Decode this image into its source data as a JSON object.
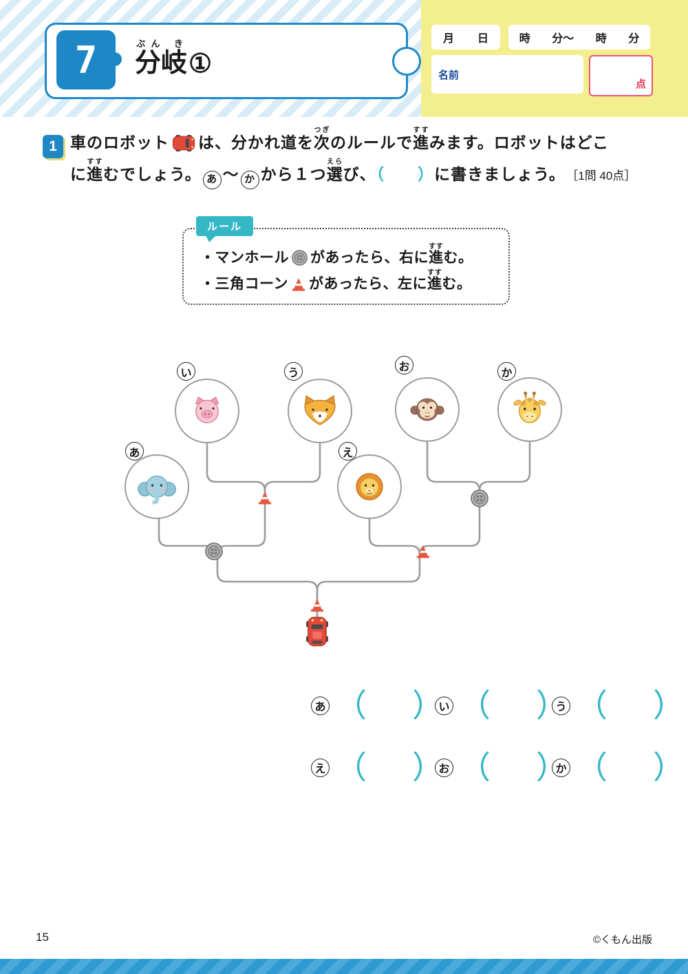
{
  "colors": {
    "accent_blue": "#1e88c7",
    "band_blue_light": "#d8ecf7",
    "band_yellow": "#f4ef8e",
    "teal": "#35b7c6",
    "score_pink": "#e8537a",
    "score_red": "#e8304f",
    "cone_red": "#e6573f",
    "road_gray": "#9b9b9b",
    "bottom_bar_blue": "#2e9ad1"
  },
  "header": {
    "lesson_number": "7",
    "title_base": "分岐",
    "title_furigana": "ぶん き",
    "title_number": "①",
    "month_label": "月",
    "day_label": "日",
    "time_parts": [
      "時",
      "分～",
      "時",
      "分"
    ],
    "name_label": "名前",
    "score_label": "点"
  },
  "problem": {
    "number": "1",
    "line1": [
      {
        "t": "車のロボット"
      },
      {
        "icon": "car"
      },
      {
        "t": "は、分かれ道を"
      },
      {
        "t": "次",
        "r": "つぎ"
      },
      {
        "t": "のルールで"
      },
      {
        "t": "進",
        "r": "すす"
      },
      {
        "t": "みます。ロボットはどこ"
      }
    ],
    "line2": [
      {
        "t": "に"
      },
      {
        "t": "進",
        "r": "すす"
      },
      {
        "t": "むでしょう。"
      },
      {
        "circled": "あ"
      },
      {
        "t": "～"
      },
      {
        "circled": "か"
      },
      {
        "t": "から１つ"
      },
      {
        "t": "選",
        "r": "えら"
      },
      {
        "t": "び、"
      },
      {
        "t": "（　　）",
        "cls": "teal"
      },
      {
        "t": "に書きましょう。"
      },
      {
        "t": "［1問 40点］",
        "cls": "note"
      }
    ]
  },
  "rules": {
    "tab_label": "ルール",
    "items": [
      {
        "segments": [
          {
            "t": "・マンホール"
          },
          {
            "icon": "manhole"
          },
          {
            "t": "があったら、右に"
          },
          {
            "t": "進",
            "r": "すす"
          },
          {
            "t": "む。"
          }
        ]
      },
      {
        "segments": [
          {
            "t": "・三角コーン"
          },
          {
            "icon": "cone"
          },
          {
            "t": "があったら、左に"
          },
          {
            "t": "進",
            "r": "すす"
          },
          {
            "t": "む。"
          }
        ]
      }
    ]
  },
  "diagram": {
    "nodes": [
      {
        "label": "あ",
        "animal": "elephant"
      },
      {
        "label": "い",
        "animal": "pig"
      },
      {
        "label": "う",
        "animal": "fox"
      },
      {
        "label": "え",
        "animal": "lion"
      },
      {
        "label": "お",
        "animal": "monkey"
      },
      {
        "label": "か",
        "animal": "giraffe"
      }
    ],
    "markers": [
      {
        "type": "cone",
        "position": "start-junction"
      },
      {
        "type": "manhole",
        "position": "left-junction"
      },
      {
        "type": "cone",
        "position": "left-upper-junction"
      },
      {
        "type": "cone",
        "position": "right-junction"
      },
      {
        "type": "manhole",
        "position": "right-upper-junction"
      }
    ],
    "vehicle": "robot-car"
  },
  "answers": {
    "open": "（",
    "close": "）",
    "items": [
      {
        "label": "あ"
      },
      {
        "label": "い"
      },
      {
        "label": "う"
      },
      {
        "label": "え"
      },
      {
        "label": "お"
      },
      {
        "label": "か"
      }
    ]
  },
  "footer": {
    "page_number": "15",
    "publisher": "©くもん出版"
  }
}
